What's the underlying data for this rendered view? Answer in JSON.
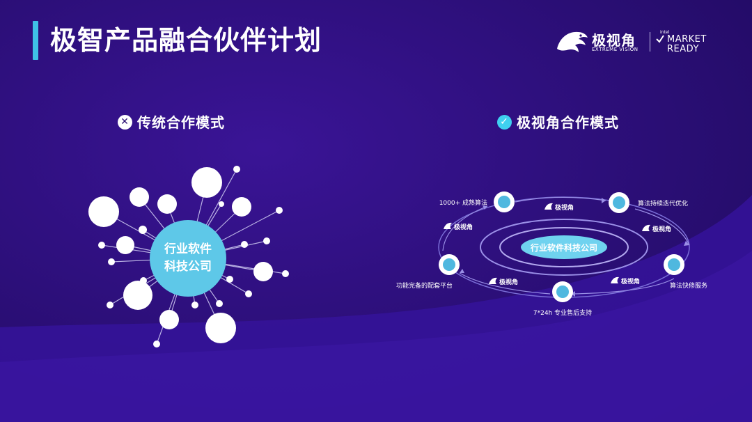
{
  "title": "极智产品融合伙伴计划",
  "logo": {
    "name_cn": "极视角",
    "name_en": "EXTREME VISION",
    "intel": "intel",
    "market": "MARKET",
    "ready": "READY"
  },
  "left": {
    "heading": "传统合作模式",
    "badge": "✕",
    "center_line1": "行业软件",
    "center_line2": "科技公司"
  },
  "right": {
    "heading": "极视角合作模式",
    "badge": "✓",
    "center": "行业软件科技公司",
    "services": [
      {
        "label": "1000+ 成熟算法",
        "icon": "algorithm-icon"
      },
      {
        "label": "算法持续迭代优化",
        "icon": "iteration-icon"
      },
      {
        "label": "算法快修服务",
        "icon": "repair-icon"
      },
      {
        "label": "7*24h 专业售后支持",
        "icon": "support-icon"
      },
      {
        "label": "功能完备的配套平台",
        "icon": "platform-icon"
      }
    ],
    "orbit_tag": "极视角"
  },
  "colors": {
    "accent": "#3fc1e6",
    "bg_dark": "#220a66",
    "bg_light": "#3b1296",
    "hub": "#5ec8e8",
    "node": "#ffffff"
  }
}
